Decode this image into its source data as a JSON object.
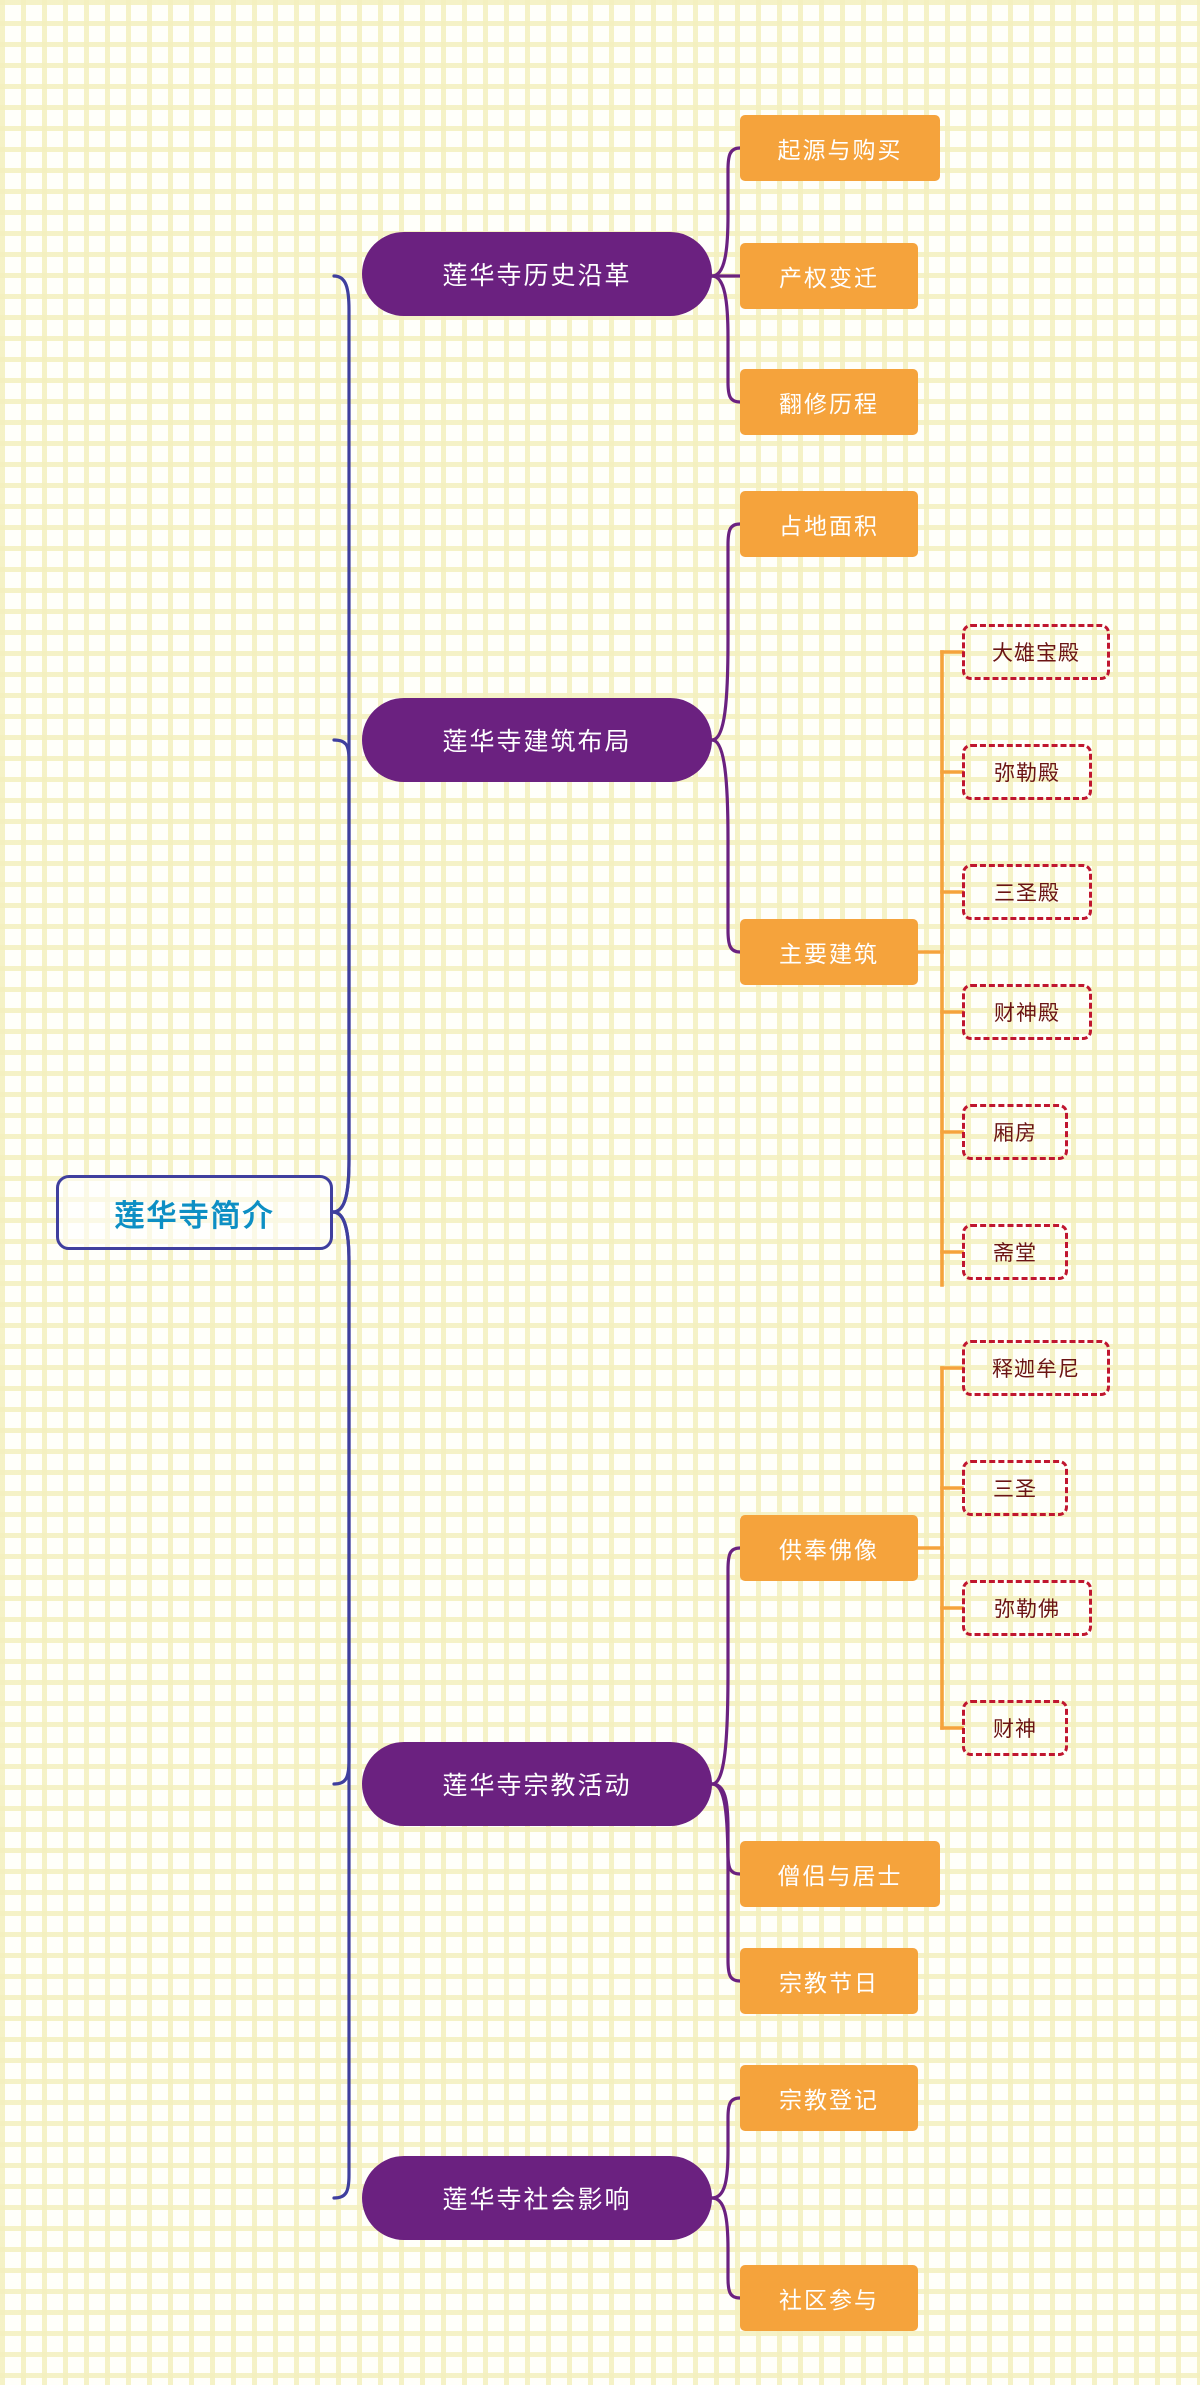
{
  "diagram": {
    "type": "mindmap",
    "title": "莲华寺简介",
    "palette": {
      "background": "#fffffa",
      "grid_line": "#f3f0be",
      "root_border": "#3f3f9e",
      "root_text": "#0d8fc4",
      "level1_fill": "#6b2180",
      "level1_text": "#ffffff",
      "level2_fill": "#f5a33c",
      "level2_text": "#ffffff",
      "level3_border": "#c0162f",
      "level3_text": "#6b1414",
      "trunk_edge": "#3f3f9e",
      "level1_edge": "#6b2180",
      "level2_edge": "#f5a33c"
    },
    "root": {
      "label": "莲华寺简介"
    },
    "branches": [
      {
        "label": "莲华寺历史沿革",
        "children": [
          {
            "label": "起源与购买",
            "children": []
          },
          {
            "label": "产权变迁",
            "children": []
          },
          {
            "label": "翻修历程",
            "children": []
          }
        ]
      },
      {
        "label": "莲华寺建筑布局",
        "children": [
          {
            "label": "占地面积",
            "children": []
          },
          {
            "label": "主要建筑",
            "children": [
              {
                "label": "大雄宝殿"
              },
              {
                "label": "弥勒殿"
              },
              {
                "label": "三圣殿"
              },
              {
                "label": "财神殿"
              },
              {
                "label": "厢房"
              },
              {
                "label": "斋堂"
              }
            ]
          }
        ]
      },
      {
        "label": "莲华寺宗教活动",
        "children": [
          {
            "label": "供奉佛像",
            "children": [
              {
                "label": "释迦牟尼"
              },
              {
                "label": "三圣"
              },
              {
                "label": "弥勒佛"
              },
              {
                "label": "财神"
              }
            ]
          },
          {
            "label": "僧侣与居士",
            "children": []
          },
          {
            "label": "宗教节日",
            "children": []
          }
        ]
      },
      {
        "label": "莲华寺社会影响",
        "children": [
          {
            "label": "宗教登记",
            "children": []
          },
          {
            "label": "社区参与",
            "children": []
          }
        ]
      }
    ]
  }
}
